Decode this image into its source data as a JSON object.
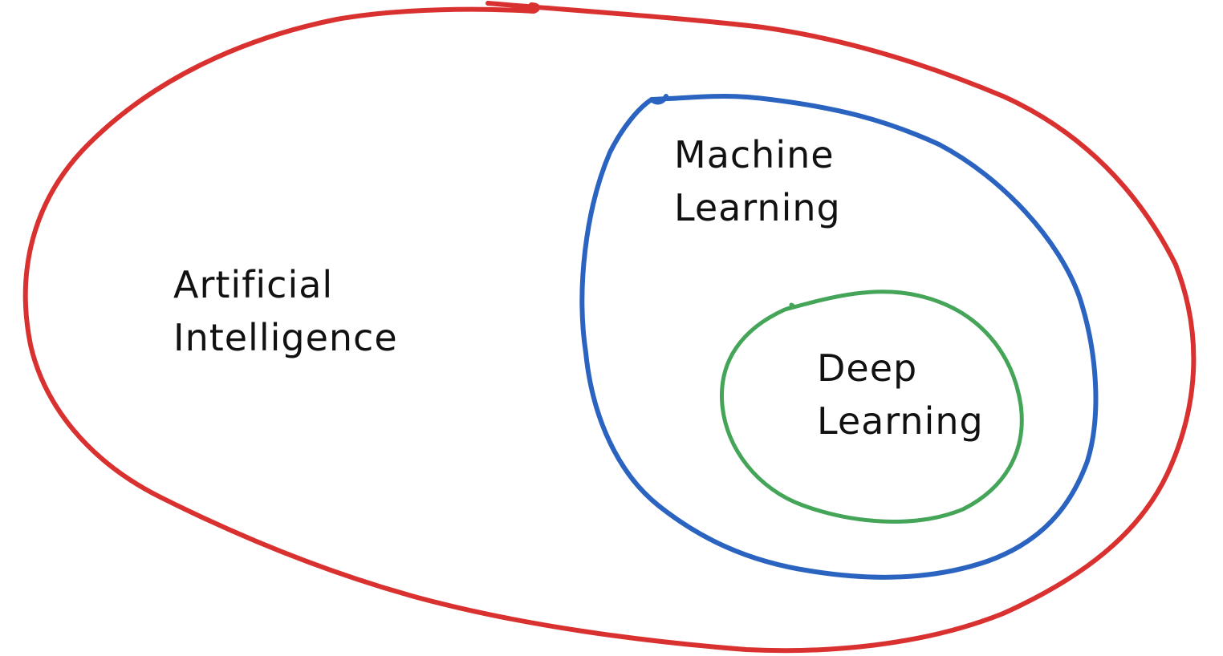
{
  "diagram": {
    "sets": [
      {
        "id": "ai",
        "lines": [
          "Artificial",
          "Intelligence"
        ],
        "color": "#d9312f"
      },
      {
        "id": "ml",
        "lines": [
          "Machine",
          "Learning"
        ],
        "color": "#2b63c0"
      },
      {
        "id": "dl",
        "lines": [
          "Deep",
          "Learning"
        ],
        "color": "#44a558"
      }
    ]
  }
}
